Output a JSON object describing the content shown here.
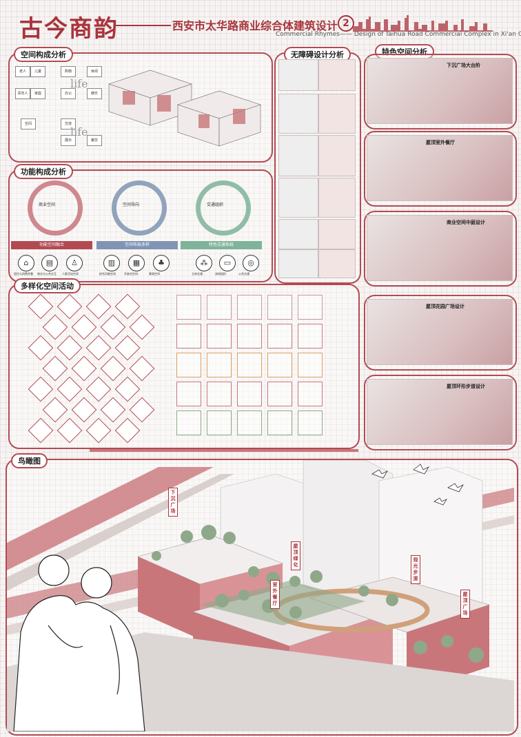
{
  "header": {
    "title": "古今商韵",
    "subtitle": "西安市太华路商业综合体建筑设计",
    "sheet_number": "2",
    "subtitle_en": "Commercial Rhymes—— Design of Taihua Road Commercial Complex in Xi'an City"
  },
  "sections": {
    "space": "空间构成分析",
    "accessible": "无障碍设计分析",
    "feature": "特色空间分析",
    "function": "功能构成分析",
    "activity": "多样化空间活动",
    "aerial": "鸟瞰图"
  },
  "space_analysis": {
    "diagram_word": "life",
    "box_labels": [
      "老人",
      "儿童",
      "青年人",
      "家庭",
      "空间",
      "购物",
      "休闲",
      "办公",
      "娱乐",
      "交流",
      "展示",
      "餐饮"
    ]
  },
  "function_analysis": {
    "rings": [
      {
        "center": "商业空间",
        "color": "#c7767c"
      },
      {
        "center": "空间导向",
        "color": "#7f95b3"
      },
      {
        "center": "交通组织",
        "color": "#7fb39a"
      }
    ],
    "bars": [
      {
        "label": "功能空间融合",
        "color": "#b24a52"
      },
      {
        "label": "空间布局多样",
        "color": "#7f95b3"
      },
      {
        "label": "特色交通系统",
        "color": "#7fb39a"
      }
    ],
    "icons": [
      {
        "name": "home-icon",
        "glyph": "⌂",
        "label": "居住与消费并重"
      },
      {
        "name": "shop-icon",
        "glyph": "▤",
        "label": "商业与公共交互"
      },
      {
        "name": "person-icon",
        "glyph": "♙",
        "label": "人群活动空间"
      },
      {
        "name": "building-icon",
        "glyph": "▥",
        "label": "综合功能空间"
      },
      {
        "name": "grid-icon",
        "glyph": "▦",
        "label": "开放式空间"
      },
      {
        "name": "tree-icon",
        "glyph": "♣",
        "label": "景观空间"
      },
      {
        "name": "network-icon",
        "glyph": "⁂",
        "label": "立体交通"
      },
      {
        "name": "book-icon",
        "glyph": "▭",
        "label": "流线组织"
      },
      {
        "name": "transit-icon",
        "glyph": "◎",
        "label": "公共交通"
      }
    ]
  },
  "feature_spaces": [
    {
      "label": "下沉广场大台阶"
    },
    {
      "label": "屋顶室外餐厅"
    },
    {
      "label": "商业空间中庭设计"
    },
    {
      "label": "屋顶花园广场设计"
    },
    {
      "label": "屋顶环形步道设计"
    }
  ],
  "aerial": {
    "tags": [
      "下沉广场",
      "屋顶绿化",
      "室外餐厅",
      "观光步道",
      "屋顶广场"
    ]
  },
  "colors": {
    "accent": "#a8343c",
    "panel_border": "#b24a52",
    "roof_green": "#8fa88a",
    "facade_red": "#c9767a"
  }
}
